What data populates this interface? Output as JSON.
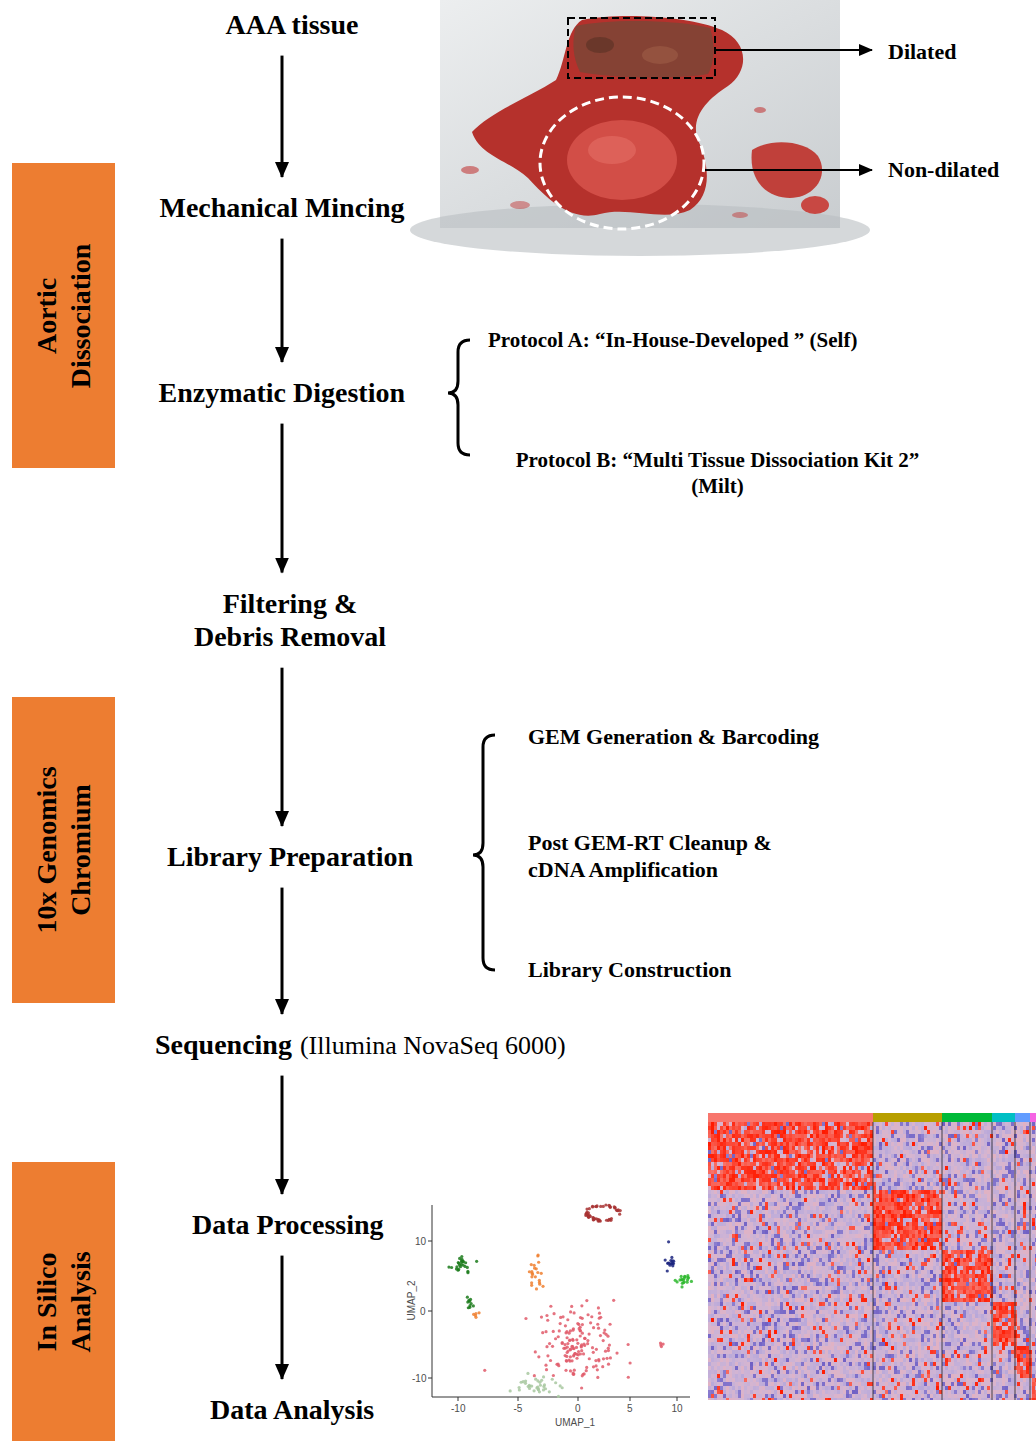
{
  "diagram": {
    "nodes": [
      {
        "text": [
          "AAA tissue"
        ]
      },
      {
        "text": [
          "Aortic Dissociation"
        ]
      },
      {
        "text": [
          "Mechanical Mincing"
        ]
      },
      {
        "text": [
          "Enzymatic Digestion"
        ]
      },
      {
        "text": [
          "Filtering & Debris Removal"
        ]
      },
      {
        "text": [
          "10x Genomics Chromium"
        ]
      },
      {
        "text": [
          "Library Preparation"
        ]
      },
      {
        "text": [
          "Sequencing",
          "(Illumina NovaSeq 6000)"
        ]
      },
      {
        "text": [
          "In Silico Analysis"
        ]
      },
      {
        "text": [
          "Data Processing"
        ]
      },
      {
        "text": [
          "Data Analysis"
        ]
      }
    ],
    "edges": [
      {
        "from": 0,
        "to": 2,
        "arrow": "to"
      },
      {
        "from": 2,
        "to": 3,
        "arrow": "to"
      },
      {
        "from": 3,
        "to": 4,
        "arrow": "to"
      },
      {
        "from": 4,
        "to": 6,
        "arrow": "to"
      },
      {
        "from": 6,
        "to": 7,
        "arrow": "to"
      },
      {
        "from": 7,
        "to": 9,
        "arrow": "to"
      },
      {
        "from": 9,
        "to": 10,
        "arrow": "to"
      }
    ],
    "labels": [
      "Dilated",
      "Non-dilated",
      "Protocol A: “In-House-Developed ” (Self)",
      "Protocol B: “Multi Tissue Dissociation Kit 2” (Milt)",
      "GEM Generation & Barcoding",
      "Post GEM-RT Cleanup & cDNA Amplification",
      "Library Construction",
      "UMAP_2",
      "10",
      "0",
      "-10",
      "-10",
      "-5",
      "0",
      "5",
      "10",
      "UMAP_1"
    ]
  }
}
